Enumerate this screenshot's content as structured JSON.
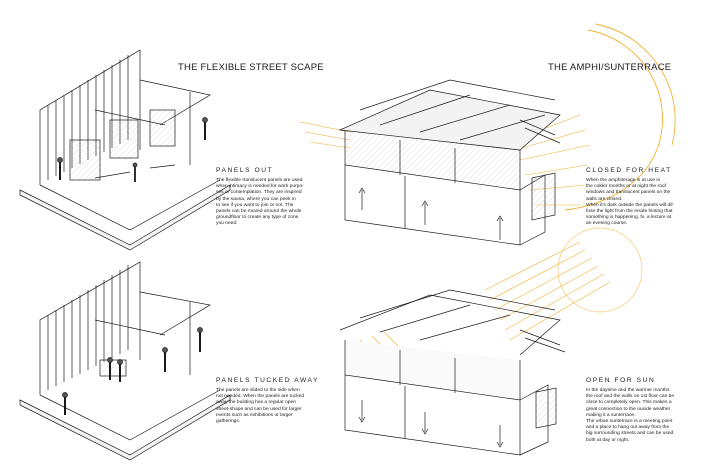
{
  "sections": {
    "street": {
      "title": "THE FLEXIBLE STREET SCAPE",
      "panels_out": {
        "heading": "PANELS OUT",
        "lines": [
          "The flexible translucent panels are used",
          "when intimacy is needed for work purpo-",
          "ses or contemplation. They are inspired",
          "by the sauna, where you can peek in",
          "to see if you want to join or not. The",
          "panels can be moved around the whole",
          "groundfloor to create any type of zone",
          "you need."
        ]
      },
      "panels_tucked": {
        "heading": "PANELS TUCKED AWAY",
        "lines": [
          "The panels are slided to the side when",
          "not needed. When the panels are tucked",
          "away the building has a regular  open",
          "street-shape and can be used for larger",
          "events such as exhibitions or larger",
          "gatherings."
        ]
      }
    },
    "amphi": {
      "title": "THE AMPHI/SUNTERRACE",
      "closed": {
        "heading": "CLOSED FOR HEAT",
        "lines": [
          "When the amphiterage is at use in",
          "the colder months or at night the roof",
          "windows and translucent panels on the",
          "walls are closed.",
          "When it's dark outside the panels will dif-",
          "fuse the light from the inside hinting that",
          "something is happening, fx. a lecture at",
          "an evening course."
        ]
      },
      "open": {
        "heading": "OPEN FOR SUN",
        "lines": [
          "In the daytime and the warmer months",
          "the roof and the walls on 1st floor can be",
          "close to completely open. This makes a",
          "great connection to the ouside weather",
          "making it a sunterrace.",
          "The urban sunterrace is a meeting point",
          "and a place to hang out away from the",
          "big surrounding streets and can be used",
          "both at day or night."
        ]
      }
    }
  },
  "colors": {
    "sun": "#f2b233",
    "line": "#1a1a1a",
    "shade": "#bdbdbd"
  }
}
